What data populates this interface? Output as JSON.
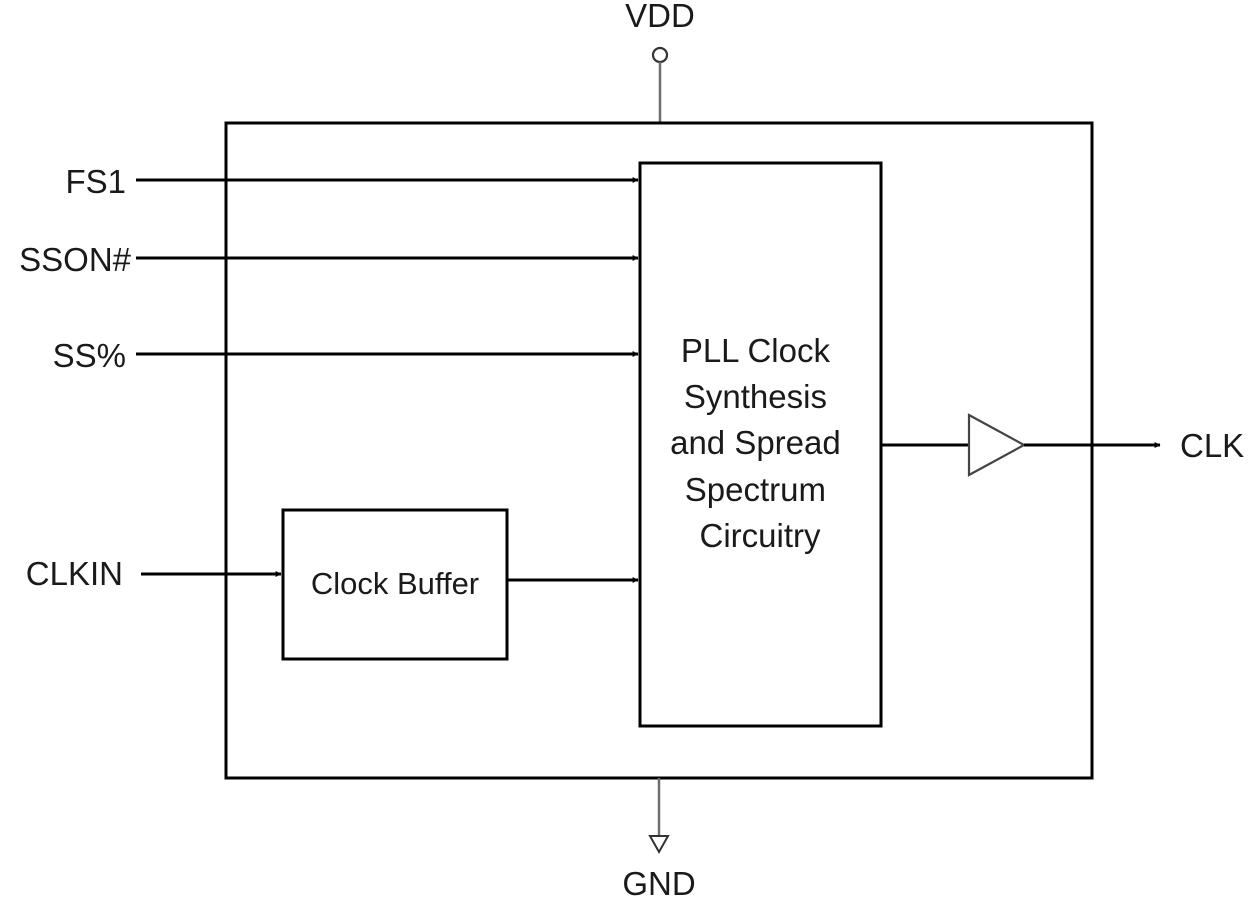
{
  "diagram": {
    "title": "",
    "power": {
      "top_label": "VDD",
      "bottom_label": "GND"
    },
    "inputs": [
      {
        "id": "fs1",
        "label": "FS1",
        "target": "pll"
      },
      {
        "id": "sson",
        "label": "SSON#",
        "target": "pll"
      },
      {
        "id": "ss",
        "label": "SS%",
        "target": "pll"
      },
      {
        "id": "clkin",
        "label": "CLKIN",
        "target": "clock-buffer"
      }
    ],
    "blocks": {
      "clock_buffer": {
        "label": "Clock Buffer"
      },
      "pll": {
        "lines": [
          "PLL Clock",
          "Synthesis",
          "and Spread",
          "Spectrum",
          "Circuitry"
        ]
      },
      "output_buffer": {
        "symbol": "buffer-triangle"
      }
    },
    "outputs": [
      {
        "id": "clk",
        "label": "CLK"
      }
    ],
    "colors": {
      "stroke": "#000000",
      "power_stroke": "#6e6e6e",
      "text": "#1a1a1a",
      "background": "#ffffff"
    }
  }
}
